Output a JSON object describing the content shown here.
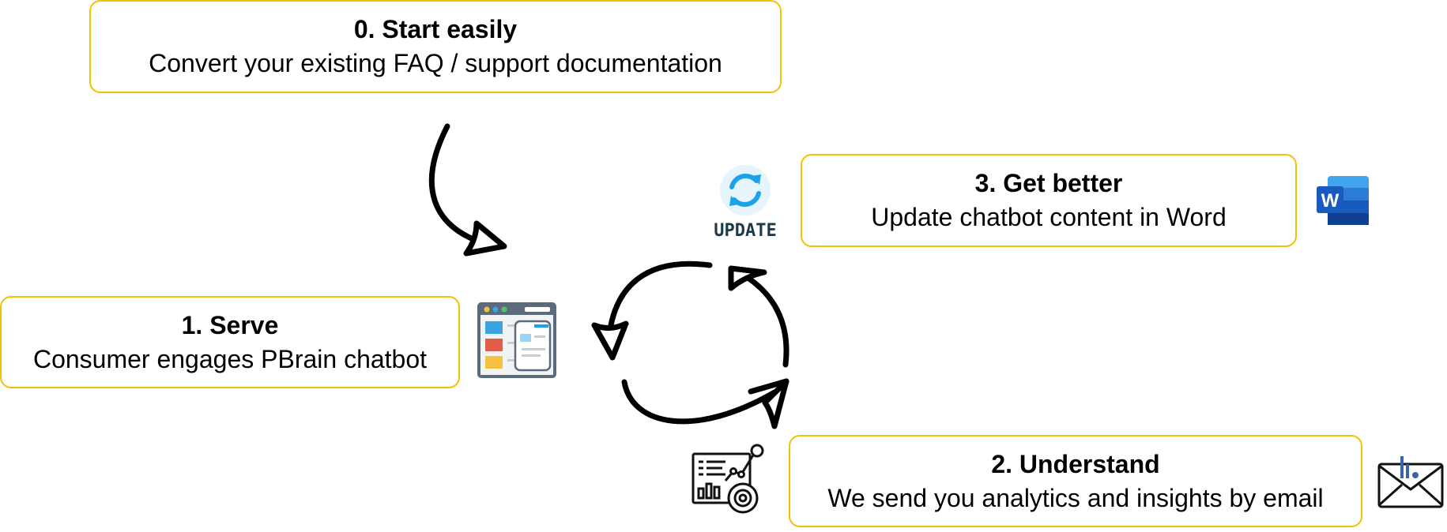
{
  "steps": {
    "start": {
      "title": "0. Start easily",
      "description": "Convert your existing FAQ / support documentation"
    },
    "serve": {
      "title": "1. Serve",
      "description": "Consumer engages PBrain chatbot"
    },
    "understand": {
      "title": "2. Understand",
      "description": "We send you analytics and insights by email"
    },
    "better": {
      "title": "3. Get better",
      "description": "Update chatbot content in Word"
    }
  },
  "icons": {
    "update": "refresh-update-icon",
    "update_label": "UPDATE",
    "word": "microsoft-word-icon",
    "word_letter": "W",
    "browser": "chatbot-browser-icon",
    "analytics": "analytics-dashboard-icon",
    "mail": "email-analytics-icon"
  },
  "colors": {
    "box_border": "#f2c200",
    "arrow": "#000000",
    "update_blue": "#1aa3e8",
    "update_text": "#1d3a4a",
    "word_blue": "#185abd"
  }
}
